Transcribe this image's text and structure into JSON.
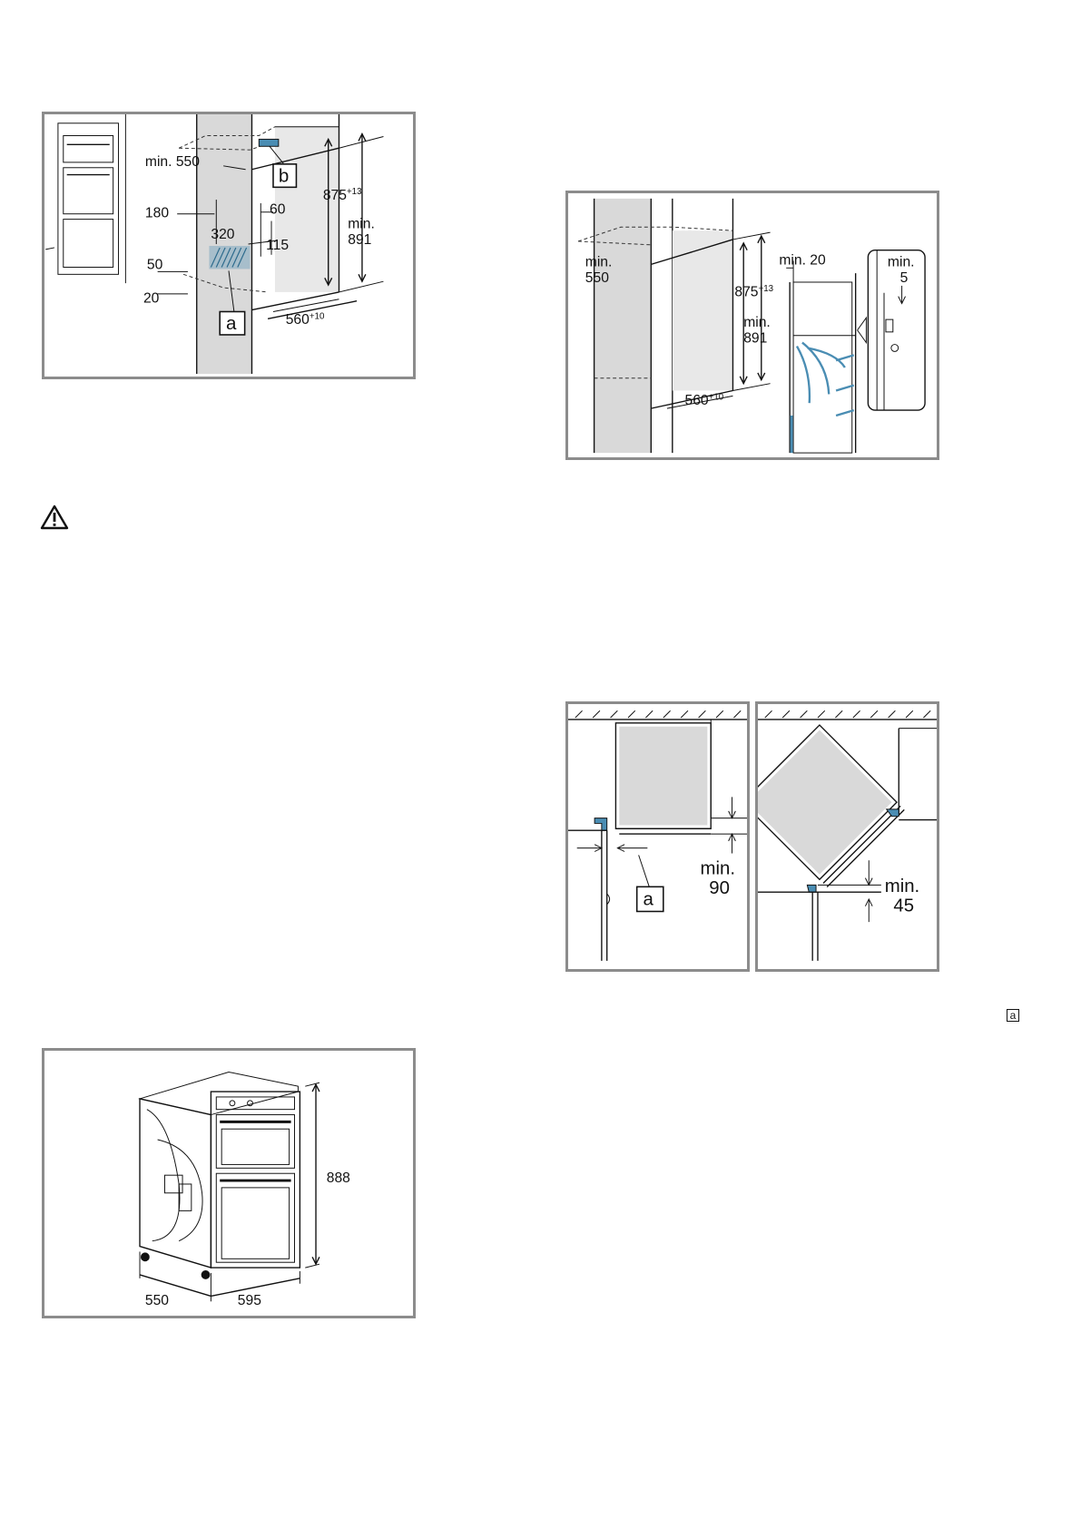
{
  "figure1": {
    "min550": "min. 550",
    "d180": "180",
    "d60": "60",
    "d320": "320",
    "d115": "115",
    "d50": "50",
    "d20": "20",
    "d560": "560",
    "d560_tol": "+10",
    "d875": "875",
    "d875_tol": "+13",
    "min891_a": "min.",
    "min891_b": "891",
    "label_a": "a",
    "label_b": "b"
  },
  "figure2": {
    "min550_a": "min.",
    "min550_b": "550",
    "d875": "875",
    "d875_tol": "+13",
    "min891_a": "min.",
    "min891_b": "891",
    "d560": "560",
    "d560_tol": "+10",
    "min20": "min. 20",
    "min5_a": "min.",
    "min5_b": "5"
  },
  "figure3": {
    "min90_a": "min.",
    "min90_b": "90",
    "min45_a": "min.",
    "min45_b": "45",
    "label_a": "a"
  },
  "figure4": {
    "d888": "888",
    "d550": "550",
    "d595": "595"
  },
  "inline_label": "a"
}
